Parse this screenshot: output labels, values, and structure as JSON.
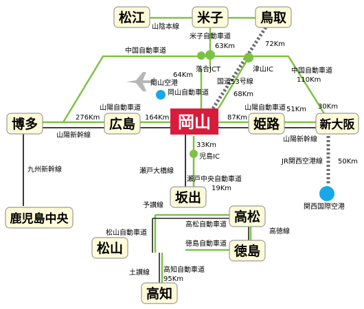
{
  "colors": {
    "highway": "#7dc243",
    "rail": "#222222",
    "rail_light": "#6d6d6d",
    "city_fill": "#fffbd9",
    "city_stroke": "#9a9a9a",
    "hub_fill": "#d91c3b",
    "airport": "#18a8e8",
    "hub_text": "#ffffff"
  },
  "cities": {
    "matsue": "松江",
    "yonago": "米子",
    "tottori": "鳥取",
    "hakata": "博多",
    "hiroshima": "広島",
    "okayama": "岡山",
    "himeji": "姫路",
    "shinosaka": "新大阪",
    "sakaide": "坂出",
    "takamatsu": "高松",
    "matsuyama": "松山",
    "tokushima": "徳島",
    "kochi": "高知",
    "kagoshima": "鹿児島中央"
  },
  "labels": {
    "sanin_line": "山陰本線",
    "yonago_expwy": "米子自動車道",
    "yonago_dist": "63Km",
    "tottori_dist": "72Km",
    "chugoku_expwy_left": "中国自動車道",
    "chugoku_expwy_right": "中国自動車道",
    "chugoku_right_dist": "110Km",
    "okayama_airport": "岡山空港",
    "okayama_expwy": "岡山自動車道",
    "okayama_expwy_dist": "64Km",
    "ochiai_jct": "落合JCT",
    "tsuyama_ic": "津山IC",
    "route53": "国道53号線",
    "route53_dist": "68Km",
    "sanyo_expwy_left": "山陽自動車道",
    "sanyo_expwy_right": "山陽自動車道",
    "hakata_hiroshima_dist": "276Km",
    "hiroshima_okayama_dist": "164Km",
    "okayama_himeji_dist": "87Km",
    "himeji_dist_51": "51Km",
    "shinosaka_dist_30": "30Km",
    "sanyo_shinkansen_left": "山陽新幹線",
    "sanyo_shinkansen_right": "山陽新幹線",
    "kyushu_shinkansen": "九州新幹線",
    "kojima_dist": "33Km",
    "kojima_ic": "児島IC",
    "seto_ohashi_line": "瀬戸大橋線",
    "seto_chuo_expwy": "瀬戸中央自動車道",
    "seto_chuo_dist": "19Km",
    "jr_kansai_airport_line": "JR関西空港線",
    "kansai_airport_dist": "50Km",
    "kansai_airport": "関西国際空港",
    "yosan_line": "予讃線",
    "takamatsu_expwy": "高松自動車道",
    "matsuyama_expwy": "松山自動車道",
    "kotoku_line": "高徳線",
    "tokushima_expwy": "徳島自動車道",
    "dosan_line": "土讃線",
    "kochi_expwy": "高知自動車道",
    "kochi_dist": "95Km"
  }
}
